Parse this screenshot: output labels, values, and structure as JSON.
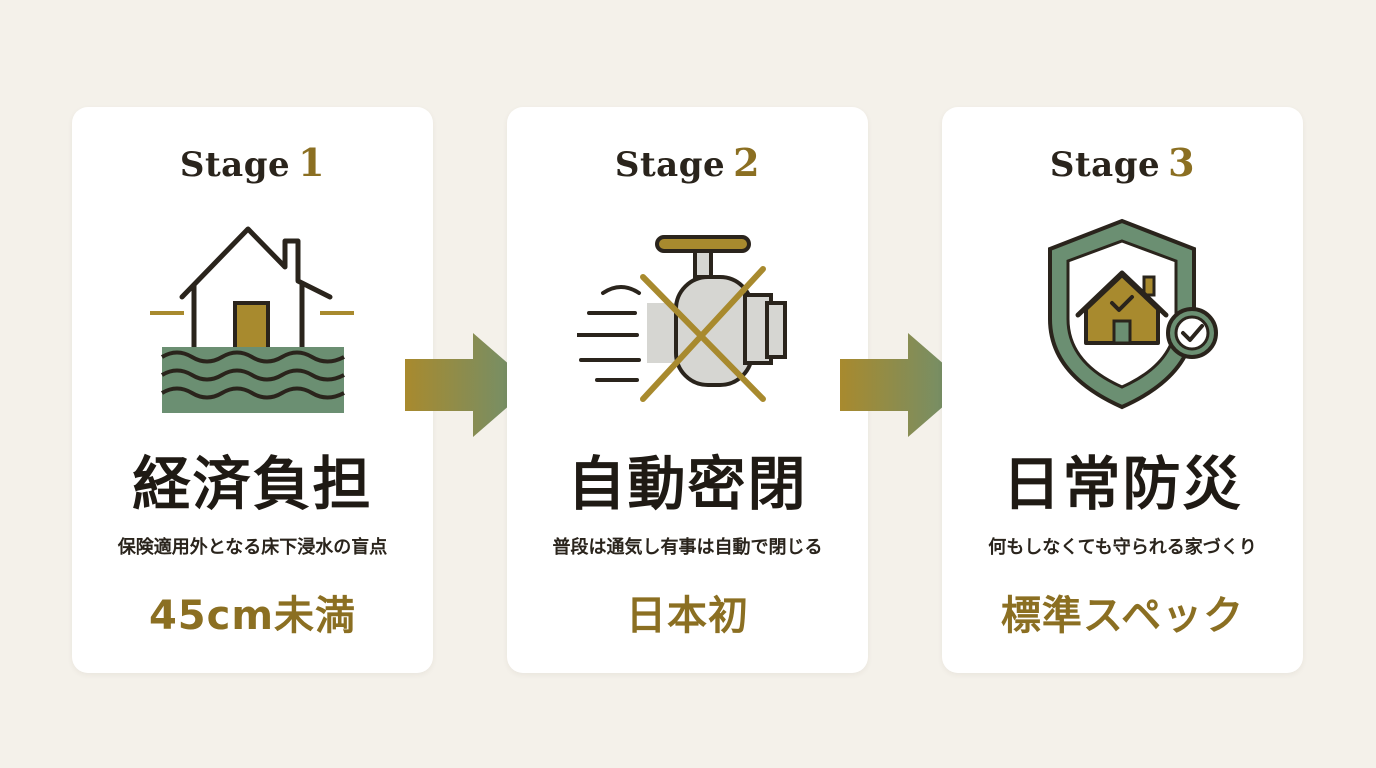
{
  "colors": {
    "background": "#f4f1ea",
    "card": "#ffffff",
    "gold": "#8b6f22",
    "green": "#6b8f72",
    "dark": "#1f1a14"
  },
  "stages": [
    {
      "stage_word": "Stage",
      "stage_number": "1",
      "icon": "flooded-house-icon",
      "title": "経済負担",
      "description": "保険適用外となる床下浸水の盲点",
      "highlight": "45cm未満"
    },
    {
      "stage_word": "Stage",
      "stage_number": "2",
      "icon": "closed-valve-icon",
      "title": "自動密閉",
      "description": "普段は通気し有事は自動で閉じる",
      "highlight": "日本初"
    },
    {
      "stage_word": "Stage",
      "stage_number": "3",
      "icon": "shield-house-icon",
      "title": "日常防災",
      "description": "何もしなくても守られる家づくり",
      "highlight": "標準スペック"
    }
  ],
  "arrows": [
    "arrow-right-icon",
    "arrow-right-icon"
  ]
}
